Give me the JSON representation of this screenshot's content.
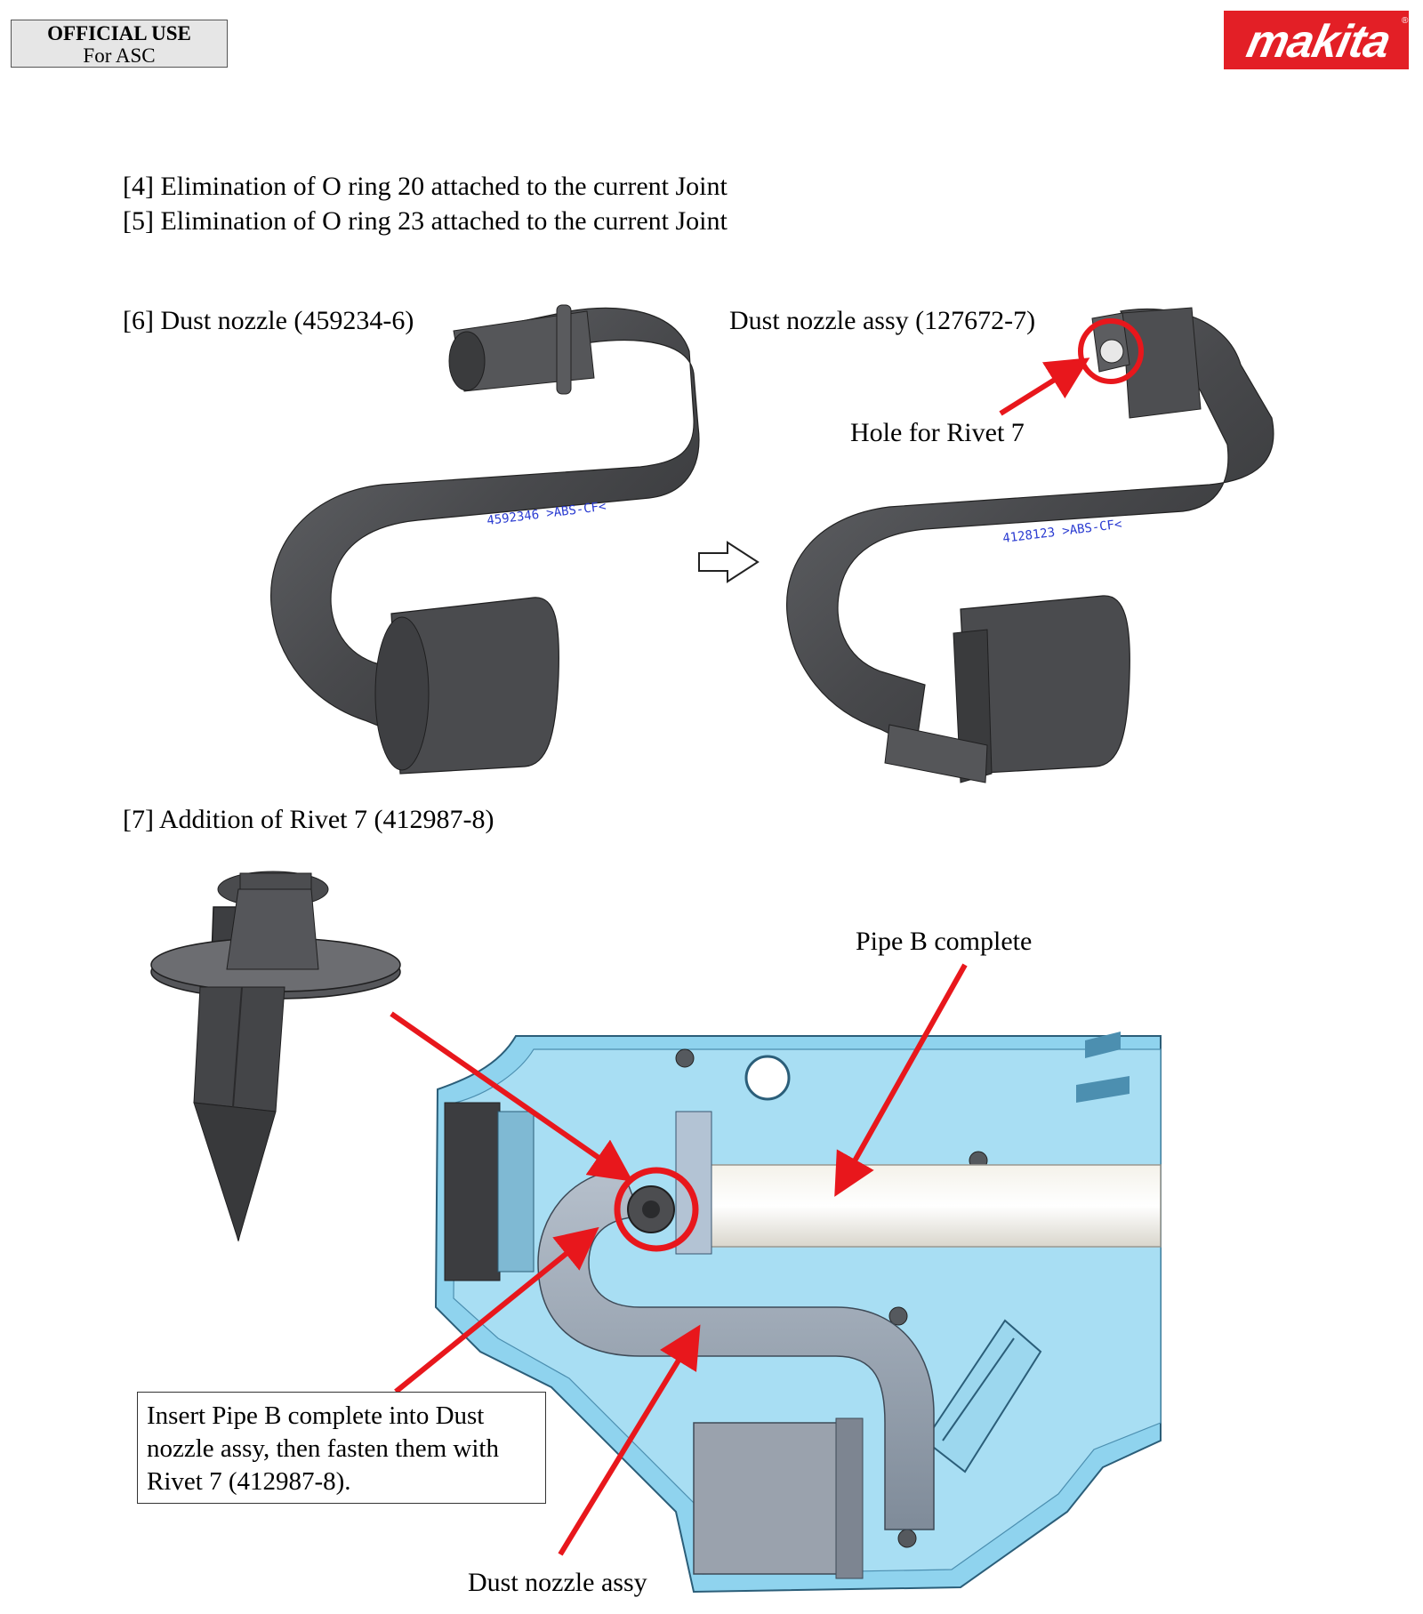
{
  "header": {
    "official_line1": "OFFICIAL USE",
    "official_line2": "For ASC",
    "brand_logo_text": "makita"
  },
  "items": {
    "item4": "[4] Elimination of O ring 20 attached to the current Joint",
    "item5": "[5] Elimination of O ring 23 attached to the current Joint",
    "item6": "[6] Dust nozzle (459234-6)",
    "item6_new": "Dust nozzle assy (127672-7)",
    "hole_label": "Hole for Rivet 7",
    "item7": "[7] Addition of Rivet 7 (412987-8)"
  },
  "part_marks": {
    "old_nozzle": "4592346  >ABS-CF<",
    "new_nozzle": "4128123  >ABS-CF<"
  },
  "assembly": {
    "pipe_label": "Pipe B complete",
    "dust_label": "Dust nozzle assy",
    "instruction_lines": [
      "Insert Pipe B complete into Dust",
      "nozzle assy, then fasten them with",
      "Rivet 7 (412987-8)."
    ]
  },
  "colors": {
    "brand_red": "#e31f26",
    "arrow_red": "#e8171c",
    "part_grey": "#4b4d50",
    "housing_blue": "#8fd3ee"
  }
}
